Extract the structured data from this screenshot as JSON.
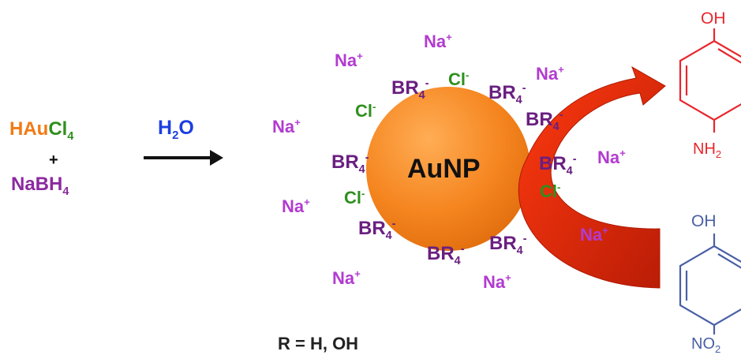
{
  "reagents": {
    "hau_part1": "HAu",
    "hau_part2": "Cl",
    "hau_sub": "4",
    "plus": "+",
    "nabh_text": "NaBH",
    "nabh_sub": "4"
  },
  "solvent": {
    "h": "H",
    "sub": "2",
    "o": "O"
  },
  "particle_label": "AuNP",
  "ions": {
    "na": "Na",
    "na_charge": "+",
    "cl": "Cl",
    "cl_charge": "-",
    "br": "BR",
    "br_sub": "4",
    "br_charge": "-"
  },
  "r_caption": "R = H, OH",
  "molecules": {
    "product_top": "OH",
    "product_bottom": "NH",
    "product_bottom_sub": "2",
    "reactant_top": "OH",
    "reactant_bottom": "NO",
    "reactant_bottom_sub": "2"
  },
  "colors": {
    "gold_particle": "#f5851f",
    "product_ring": "#e8262c",
    "reactant_ring": "#4a5fa6",
    "arrow_red": "#d8270f"
  }
}
